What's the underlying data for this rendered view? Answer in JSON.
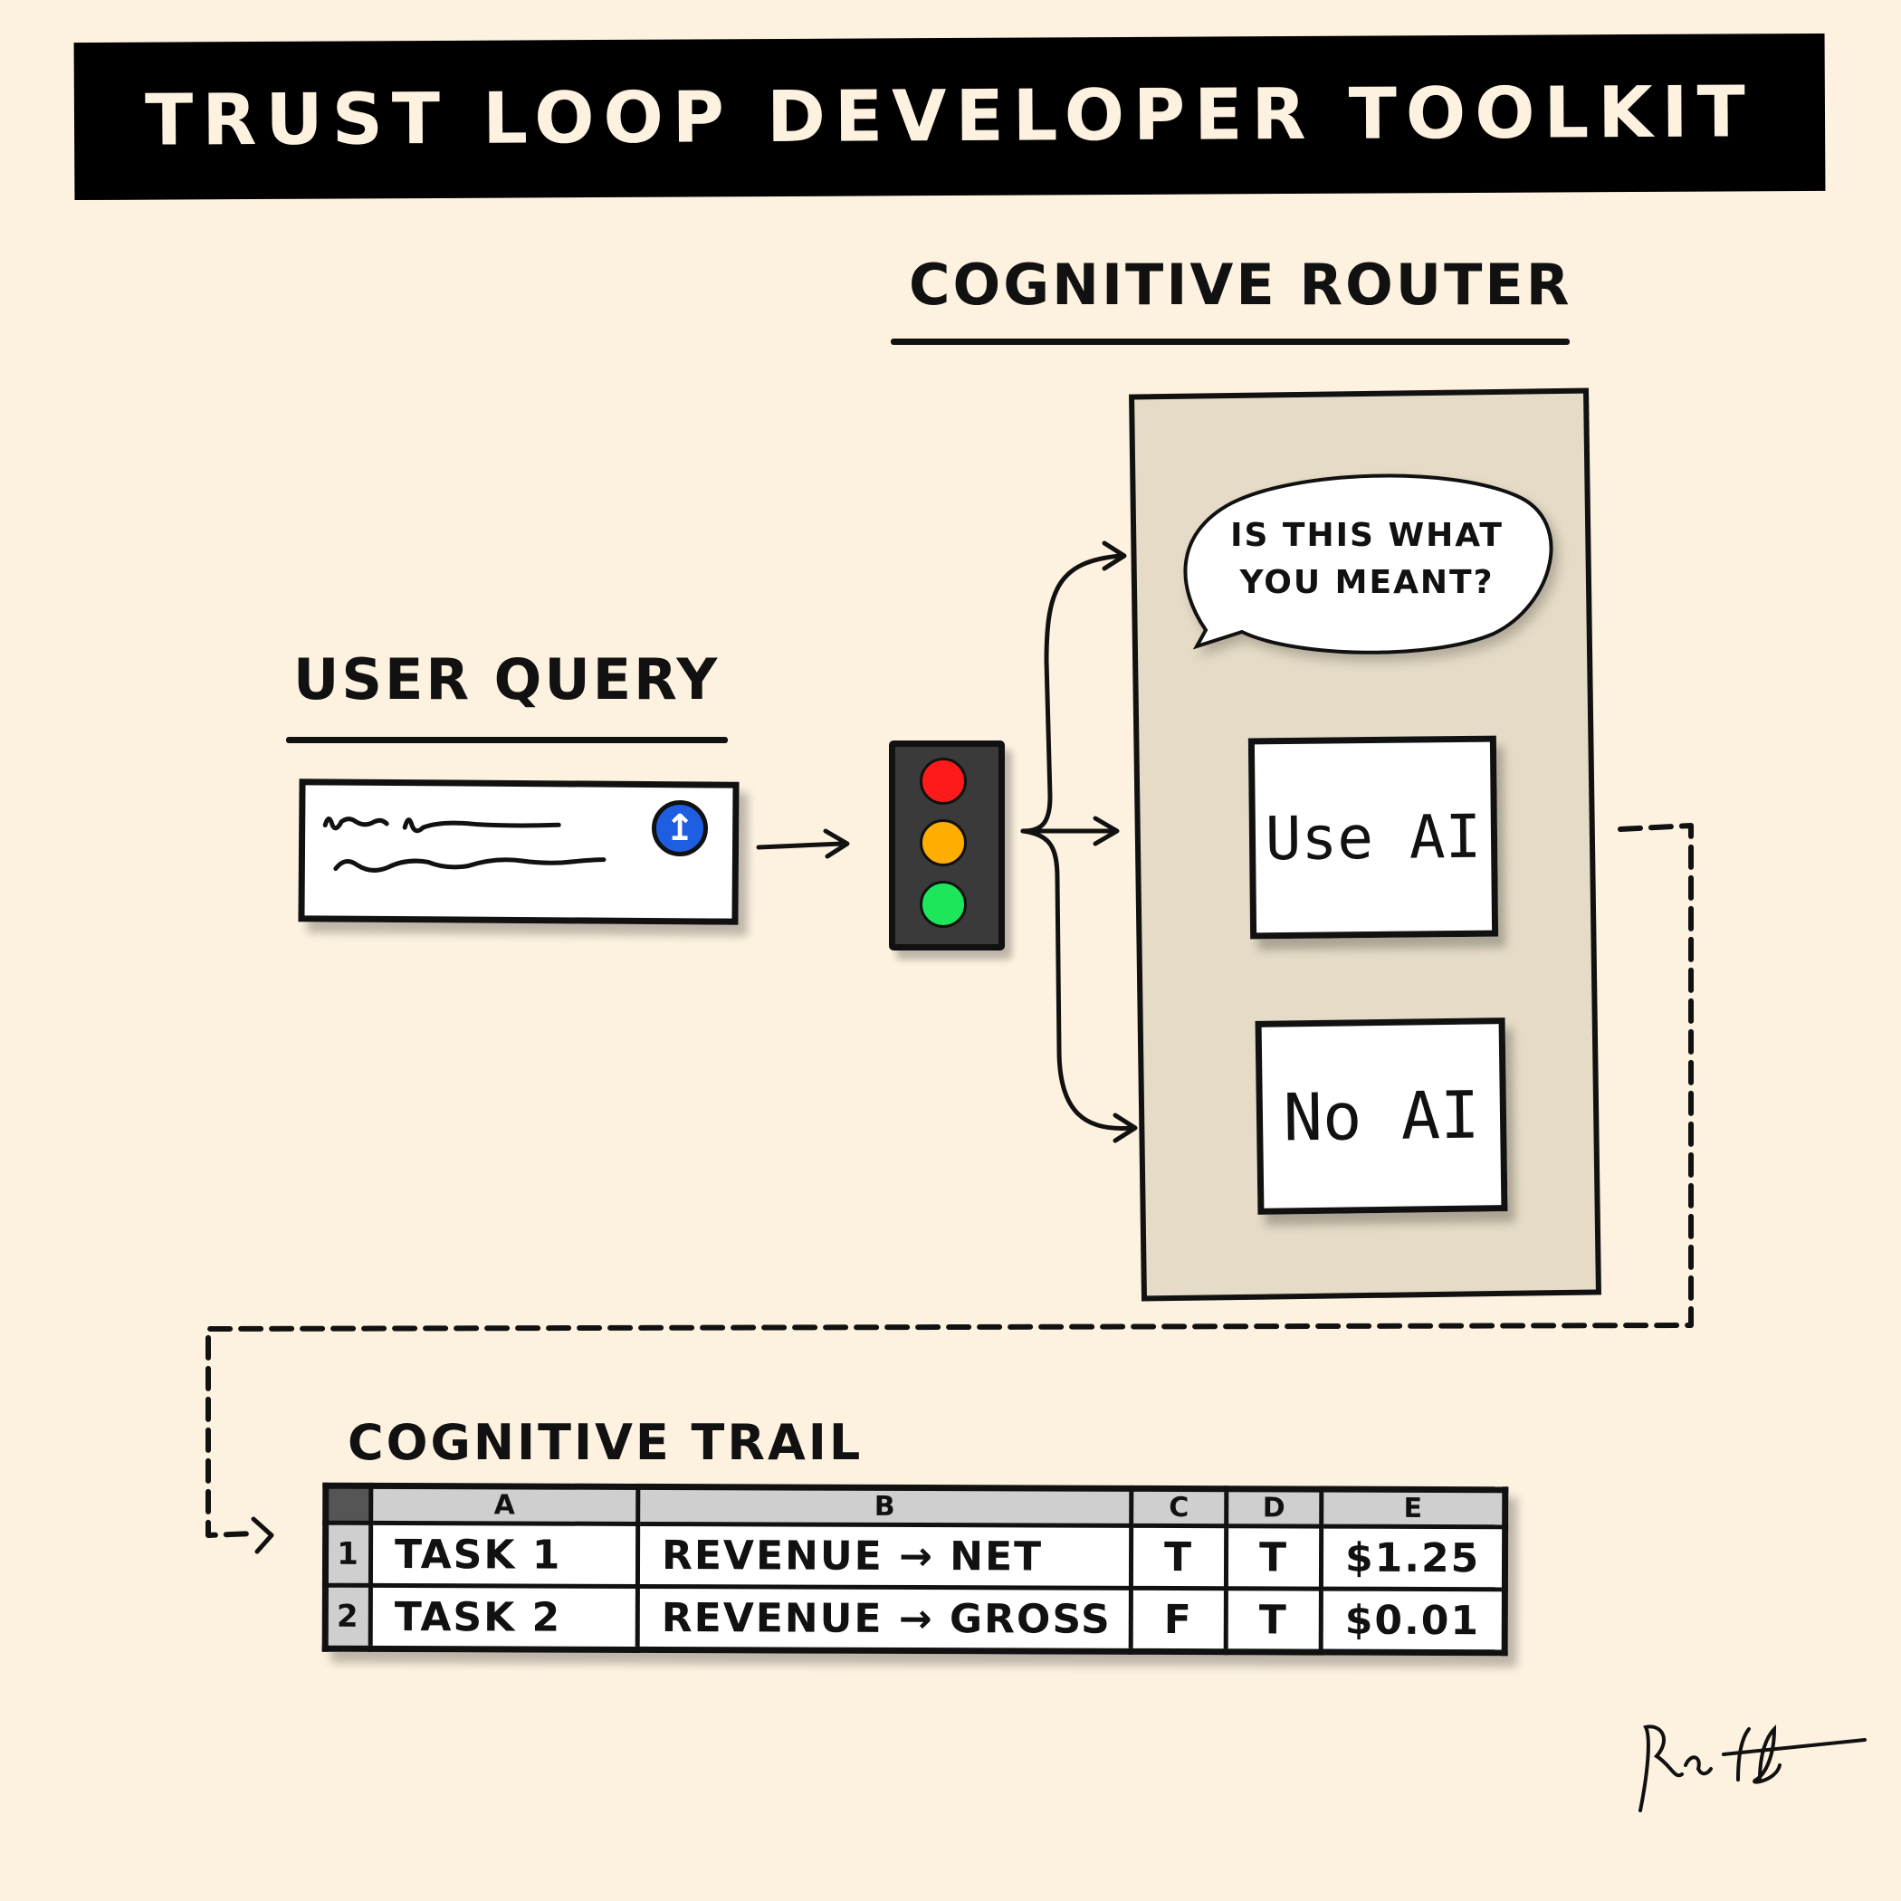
{
  "title": "Trust Loop Developer Toolkit",
  "router": {
    "label": "Cognitive Router",
    "bubble_line1": "Is this what",
    "bubble_line2": "you meant?",
    "use_ai": "Use AI",
    "no_ai": "No AI"
  },
  "query": {
    "label": "User Query",
    "send_glyph": "↥"
  },
  "traffic_light": {
    "colors": [
      "#ff1a1a",
      "#ffad00",
      "#1ee65a"
    ]
  },
  "trail": {
    "label": "Cognitive Trail",
    "columns": [
      "A",
      "B",
      "C",
      "D",
      "E"
    ],
    "rows": [
      {
        "num": "1",
        "a": "Task 1",
        "b": "Revenue → Net",
        "c": "T",
        "d": "T",
        "e": "$1.25"
      },
      {
        "num": "2",
        "a": "Task 2",
        "b": "Revenue → Gross",
        "c": "F",
        "d": "T",
        "e": "$0.01"
      }
    ]
  }
}
